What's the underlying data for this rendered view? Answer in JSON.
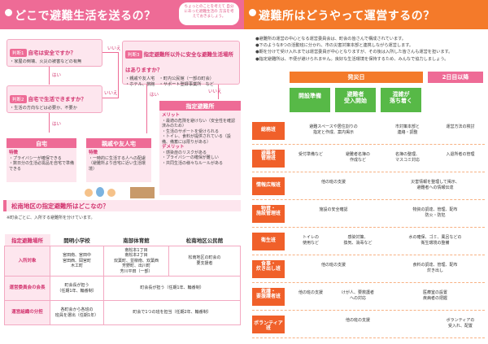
{
  "left": {
    "title": "どこで避難生活を送るの？",
    "bubble": "ちょっとのことを考えて 自分にあった避難生活の 方法を考えておきましょう。",
    "q1": {
      "tag": "判断1",
      "text": "自宅は安全ですか？",
      "sub": "・家屋の倒壊、火災の被害などの有無"
    },
    "q2": {
      "tag": "判断2",
      "text": "自宅で生活できますか？",
      "sub": "・生活の方向などは必要か、不要か"
    },
    "q3": {
      "tag": "判断3",
      "text": "指定避難所以外に安全な避難生活場所はありますか？",
      "sub": "・親戚や友人宅　・町内公民館（一部の町会）\n・ホテル、旅館　・サポート登録事業所　など"
    },
    "yes": "はい",
    "no": "いいえ",
    "dest_home": {
      "title": "自宅",
      "label": "特徴",
      "body": "・プライバシーが確保できる\n・数日分の生活必需品を自宅で準備できる"
    },
    "dest_relative": {
      "title": "親戚や友人宅",
      "label": "特徴",
      "body": "・一時的に生活する人への配慮\n（避難所より自宅に近い生活環境）"
    },
    "dest_shelter": {
      "title": "指定避難所",
      "merit_label": "メリット",
      "merit": "・最適の危険を避けない（安全性を確認済みのため）\n・生活のサポートを受けられる\n・トイレ、食料が提供されている（設備、備蓄には限りがある）",
      "demerit_label": "デメリット",
      "demerit": "・感染症のリスクがある\n・プライバシーの確保が難しい\n・共同生活の様々なルールがある"
    },
    "section_title": "松南地区の指定避難所はどこなの？",
    "note": "※町会ごとに、入所する避難所を分けています。",
    "table": {
      "headers": [
        "指定避難場所",
        "開明小学校",
        "南部体育館",
        "松南地区公民館"
      ],
      "rows": [
        {
          "label": "入所対象",
          "cells": [
            "宮田南、宮田中\n宮田西、岡宮町\n木工町",
            "南松本1丁目\n南松本2丁目\n双葉町、並柳南、双葉西\n芳野町、出川町\n芳川平田（一部）",
            "松南地区の町会の\n要支援者"
          ]
        },
        {
          "label": "運営委員会の会長",
          "cells": [
            "町会長が担う\n（任期1年、輪番制）",
            "町会長が担う（任期1年、輪番制）",
            ""
          ]
        },
        {
          "label": "運営組織の分担",
          "cells": [
            "各町会から各班の\n班員を選出（任期1年）",
            "町会で1つの班を担当（任期2年、輪番制）",
            ""
          ]
        }
      ]
    }
  },
  "right": {
    "title": "避難所はどうやって運営するの？",
    "intro": [
      "●避難所の運営の中心となる運営委員会は、町会の皆さんで構成されています。",
      "●下のような8つの活動班に分かれ、市の災害対策本部と連携しながら運営します。",
      "●期を分けて受け入れまでは運営委員が中心となりますが、その後は入所した皆さんも運営を担います。",
      "●指定避難所は、不便が避けられません。良好な生活環境を保持するため、みんなで協力しましょう。"
    ],
    "phase_day1": "発災日",
    "phase_day2": "2日目以降",
    "stages": [
      "開設準備",
      "避難者\n受入開始",
      "混雑が\n落ち着く"
    ],
    "rows": [
      {
        "role": "総務班",
        "c1": "避難スペースや居住割りの\n指定と作成、案内掲示",
        "c3": "市対策本部と\n連絡・調整",
        "c4": "運営方法の検討"
      },
      {
        "role": "避難者\n管理班",
        "c1": "受付準備など",
        "c2": "避難者名簿の\n作成など",
        "c3": "名簿の整理、\nマスコミ対応",
        "c4": "入退所者の管理"
      },
      {
        "role": "情報広報班",
        "c1": "他の班の支援",
        "c3": "災害情報を整理して掲示、\n避難者への情報伝達",
        "c4": ""
      },
      {
        "role": "物資・\n施設管理班",
        "c1": "施設の安全確認",
        "c3": "物資の調達、管理、配布\n防火・防犯",
        "c4": ""
      },
      {
        "role": "衛生班",
        "c1": "トイレの\n使用など",
        "c2": "感染対策、\n換気、消毒など",
        "c3": "水の確保、ゴミ、風呂などの\n衛生環境の整備",
        "c4": ""
      },
      {
        "role": "食事・\n炊き出し班",
        "c1": "他の班の支援",
        "c3": "食料の調達、管理、配布\n炊き出し",
        "c4": ""
      },
      {
        "role": "救護・\n要援護者班",
        "c1": "他の班の支援",
        "c2": "けが人、要救護者\nへの対応",
        "c3": "医療室の設置\n疾病者の把握",
        "c4": ""
      },
      {
        "role": "ボランティア班",
        "c1": "",
        "c2": "他の班の支援",
        "c4": "ボランティアの\n受入れ、配置"
      }
    ]
  },
  "colors": {
    "pink": "#ee6b96",
    "orange": "#f47a2a",
    "green": "#57b947",
    "orange_dark": "#f0602a"
  }
}
